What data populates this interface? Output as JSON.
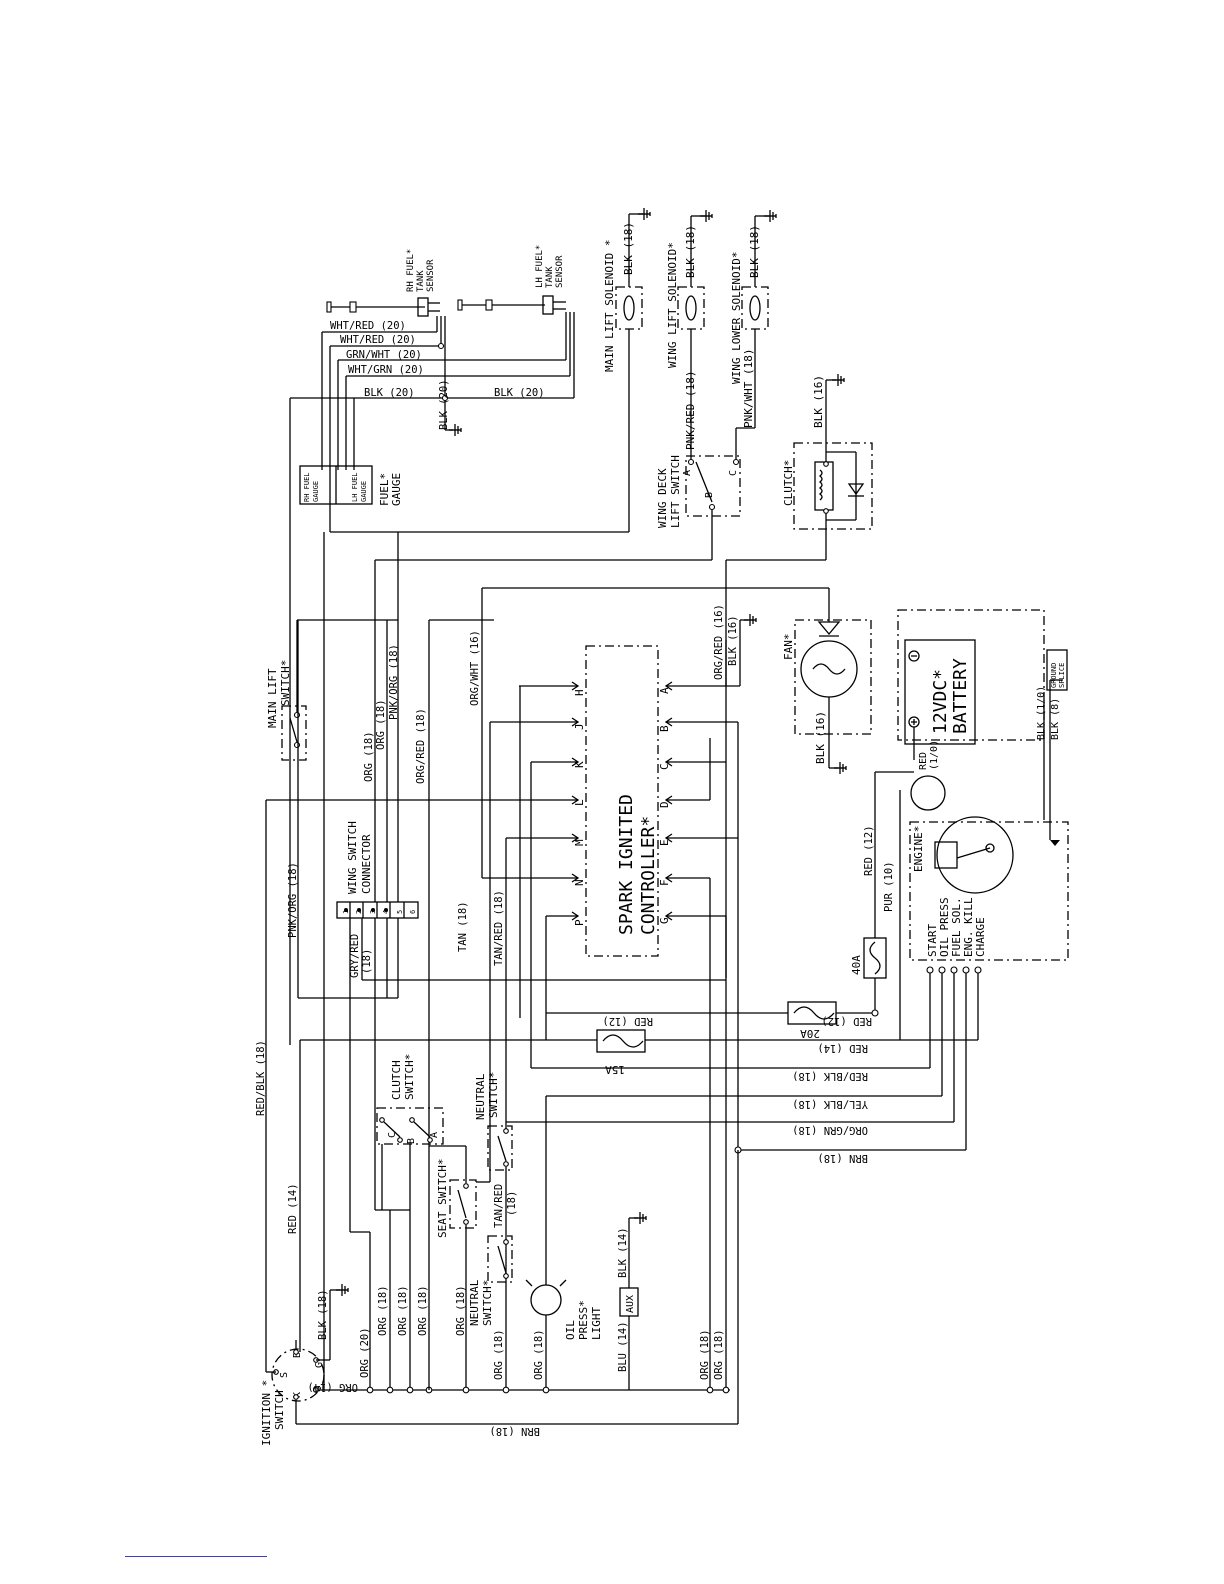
{
  "labels": {
    "main_lift_solenoid": "MAIN LIFT SOLENOID *",
    "wing_lift_solenoid": "WING LIFT SOLENOID*",
    "wing_lower_solenoid": "WING LOWER SOLENOID*",
    "rh_fuel_sensor": [
      "RH FUEL*",
      "TANK",
      "SENSOR"
    ],
    "lh_fuel_sensor": [
      "LH FUEL*",
      "TANK",
      "SENSOR"
    ],
    "fuel_gauge": [
      "FUEL*",
      "GAUGE"
    ],
    "rh_fuel_gauge": [
      "RH FUEL",
      "GAUGE"
    ],
    "lh_fuel_gauge": [
      "LH FUEL",
      "GAUGE"
    ],
    "wing_deck_lift_switch": [
      "WING DECK",
      "LIFT SWITCH"
    ],
    "clutch": "CLUTCH*",
    "fan": "FAN*",
    "battery": [
      "12VDC*",
      "BATTERY"
    ],
    "ground_splice": [
      "GROUND",
      "SPLICE"
    ],
    "engine": "ENGINE*",
    "engine_terminals": [
      "START",
      "OIL PRESS",
      "FUEL SOL.",
      "ENG. KILL",
      "CHARGE"
    ],
    "main_lift_switch": [
      "MAIN LIFT",
      "SWITCH*"
    ],
    "wing_switch_connector": [
      "WING SWITCH",
      "CONNECTOR"
    ],
    "controller": [
      "SPARK IGNITED",
      "CONTROLLER*"
    ],
    "clutch_switch": [
      "CLUTCH",
      "SWITCH*"
    ],
    "neutral_switch_upper": [
      "NEUTRAL",
      "SWITCH*"
    ],
    "seat_switch": "SEAT SWITCH*",
    "neutral_switch_lower": [
      "NEUTRAL",
      "SWITCH*"
    ],
    "oil_press_light": [
      "OIL",
      "PRESS*",
      "LIGHT"
    ],
    "aux": "AUX",
    "ignition_switch": [
      "IGNITION *",
      "SWITCH"
    ],
    "fuse_15": "15A",
    "fuse_20": "20A",
    "fuse_40": "40A"
  },
  "controller_pins_left": [
    "H",
    "J",
    "K",
    "L",
    "M",
    "N",
    "P"
  ],
  "controller_pins_right": [
    "A",
    "B",
    "C",
    "D",
    "E",
    "F",
    "G"
  ],
  "wing_connector_pins": [
    "1",
    "2",
    "3",
    "4",
    "5",
    "6"
  ],
  "clutch_switch_pins": [
    "C",
    "B",
    "A"
  ],
  "ignition_pins": [
    "B",
    "S",
    "G",
    "R",
    "K"
  ],
  "wing_deck_pins": [
    "A",
    "B",
    "C"
  ],
  "wires": {
    "blk18_a": "BLK (18)",
    "blk18_b": "BLK (18)",
    "blk18_c": "BLK (18)",
    "pnk_red18": "PNK/RED (18)",
    "pnk_wht18": "PNK/WHT (18)",
    "wht_red20_a": "WHT/RED (20)",
    "wht_red20_b": "WHT/RED (20)",
    "grn_wht20": "GRN/WHT (20)",
    "wht_grn20": "WHT/GRN (20)",
    "blk20_a": "BLK (20)",
    "blk20_b": "BLK (20)",
    "blk20_c": "BLK (20)",
    "blk16_clutch": "BLK (16)",
    "org_red16": "ORG/RED (16)",
    "blk16_ctrl": "BLK (16)",
    "org_wht16": "ORG/WHT (16)",
    "blk16_fan": "BLK (16)",
    "red_batt": "RED",
    "red_batt_size": "(1/0)",
    "blk_batt": "BLK (1/0)",
    "blk8": "BLK (8)",
    "org18_a": "ORG (18)",
    "org18_b": "ORG (18)",
    "pnk_org18_a": "PNK/ORG (18)",
    "org_red18": "ORG/RED (18)",
    "pnk_org18_b": "PNK/ORG (18)",
    "gry_red18": "GRY/RED",
    "gry_red18_size": "(18)",
    "tan18": "TAN (18)",
    "tan_red18_a": "TAN/RED (18)",
    "red12_a": "RED (12)",
    "pur10": "PUR (10)",
    "red12_b": "RED (12)",
    "red12_c": "RED (12)",
    "red14_a": "RED (14)",
    "red_blk18_h": "RED/BLK (18)",
    "yel_blk18": "YEL/BLK (18)",
    "org_grn18": "ORG/GRN (18)",
    "brn18_a": "BRN (18)",
    "red_blk18_v": "RED/BLK (18)",
    "red14_b": "RED (14)",
    "tan_red18_b": "TAN/RED",
    "tan_red18_b_size": "(18)",
    "blk14": "BLK (14)",
    "blu14": "BLU (14)",
    "blk18_ign": "BLK (18)",
    "org20": "ORG (20)",
    "org18_c": "ORG (18)",
    "org18_d": "ORG (18)",
    "org18_e": "ORG (18)",
    "org18_f": "ORG (18)",
    "org18_g": "ORG (18)",
    "org18_h": "ORG (18)",
    "org18_i": "ORG (18)",
    "org18_j": "ORG (18)",
    "org14": "ORG (14)",
    "brn18_b": "BRN (18)"
  }
}
